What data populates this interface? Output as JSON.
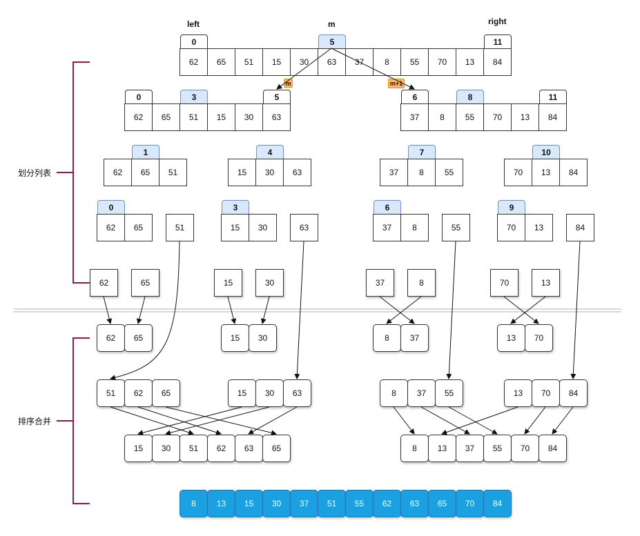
{
  "labels": {
    "left": "left",
    "mid": "m",
    "right": "right",
    "split_section": "划分列表",
    "merge_section": "排序合并",
    "m_tag": "m",
    "m_plus_tag": "m+1"
  },
  "top_array": {
    "values": [
      "62",
      "65",
      "51",
      "15",
      "30",
      "63",
      "37",
      "8",
      "55",
      "70",
      "13",
      "84"
    ],
    "left_index": "0",
    "mid_index": "5",
    "right_index": "11"
  },
  "level1": {
    "left": {
      "values": [
        "62",
        "65",
        "51",
        "15",
        "30",
        "63"
      ],
      "left_index": "0",
      "mid_index": "3",
      "right_index": "5"
    },
    "right": {
      "values": [
        "37",
        "8",
        "55",
        "70",
        "13",
        "84"
      ],
      "left_index": "6",
      "mid_index": "8",
      "right_index": "11"
    }
  },
  "level2": [
    {
      "values": [
        "62",
        "65",
        "51"
      ],
      "mid_index": "1"
    },
    {
      "values": [
        "15",
        "30",
        "63"
      ],
      "mid_index": "4"
    },
    {
      "values": [
        "37",
        "8",
        "55"
      ],
      "mid_index": "7"
    },
    {
      "values": [
        "70",
        "13",
        "84"
      ],
      "mid_index": "10"
    }
  ],
  "level3": [
    {
      "pair": [
        "62",
        "65"
      ],
      "mid_index": "0",
      "single": "51"
    },
    {
      "pair": [
        "15",
        "30"
      ],
      "mid_index": "3",
      "single": "63"
    },
    {
      "pair": [
        "37",
        "8"
      ],
      "mid_index": "6",
      "single": "55"
    },
    {
      "pair": [
        "70",
        "13"
      ],
      "mid_index": "9",
      "single": "84"
    }
  ],
  "singles": [
    [
      "62",
      "65"
    ],
    [
      "15",
      "30"
    ],
    [
      "37",
      "8"
    ],
    [
      "70",
      "13"
    ]
  ],
  "merge1": [
    [
      "62",
      "65"
    ],
    [
      "15",
      "30"
    ],
    [
      "8",
      "37"
    ],
    [
      "13",
      "70"
    ]
  ],
  "merge2": [
    [
      "51",
      "62",
      "65"
    ],
    [
      "15",
      "30",
      "63"
    ],
    [
      "8",
      "37",
      "55"
    ],
    [
      "13",
      "70",
      "84"
    ]
  ],
  "merge3": [
    [
      "15",
      "30",
      "51",
      "62",
      "63",
      "65"
    ],
    [
      "8",
      "13",
      "37",
      "55",
      "70",
      "84"
    ]
  ],
  "final": [
    "8",
    "13",
    "15",
    "30",
    "37",
    "51",
    "55",
    "62",
    "63",
    "65",
    "70",
    "84"
  ],
  "colors": {
    "bracket": "#a3144a",
    "mid_index_fill": "#dae8fc",
    "final_fill": "#1ba1e2",
    "tag_fill": "#ffb570"
  }
}
